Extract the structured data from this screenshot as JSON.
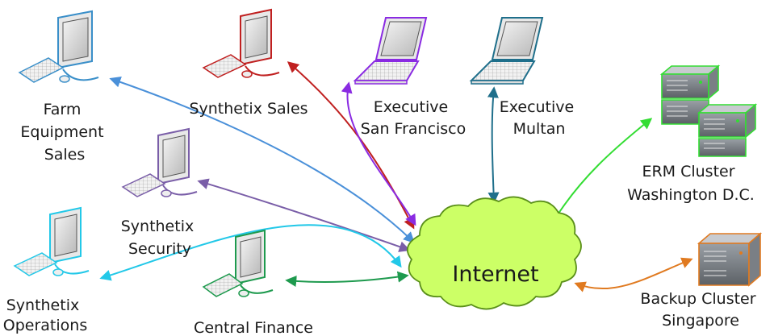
{
  "nodes": {
    "farm_equipment_sales": {
      "label": [
        "Farm",
        "Equipment",
        "Sales"
      ],
      "color": "#3a8fc9",
      "icon": "desktop-computer-icon"
    },
    "synthetix_sales": {
      "label": [
        "Synthetix Sales"
      ],
      "color": "#c02020",
      "icon": "desktop-computer-icon"
    },
    "executive_san_francisco": {
      "label": [
        "Executive",
        "San Francisco"
      ],
      "color": "#8a2be2",
      "icon": "laptop-icon"
    },
    "executive_multan": {
      "label": [
        "Executive",
        "Multan"
      ],
      "color": "#1f6f8b",
      "icon": "laptop-icon"
    },
    "erm_cluster": {
      "label": [
        "ERM Cluster",
        "Washington D.C."
      ],
      "color": "#33dd33",
      "icon": "server-cluster-icon"
    },
    "synthetix_security": {
      "label": [
        "Synthetix",
        "Security"
      ],
      "color": "#7a5ea8",
      "icon": "desktop-computer-icon"
    },
    "synthetix_operations": {
      "label": [
        "Synthetix",
        "Operations"
      ],
      "color": "#22c8e8",
      "icon": "desktop-computer-icon"
    },
    "central_finance": {
      "label": [
        "Central Finance"
      ],
      "color": "#1e9a4e",
      "icon": "desktop-computer-icon"
    },
    "backup_cluster": {
      "label": [
        "Backup Cluster",
        "Singapore"
      ],
      "color": "#e07a20",
      "icon": "server-icon"
    },
    "internet": {
      "label": "Internet",
      "fill": "#ccff66",
      "stroke": "#5a8f1a",
      "icon": "cloud-icon"
    }
  },
  "connections": [
    {
      "from": "internet",
      "to": "farm_equipment_sales",
      "color": "#4a90d9"
    },
    {
      "from": "internet",
      "to": "synthetix_sales",
      "color": "#c02020"
    },
    {
      "from": "internet",
      "to": "executive_san_francisco",
      "color": "#8a2be2"
    },
    {
      "from": "internet",
      "to": "executive_multan",
      "color": "#1f6f8b"
    },
    {
      "from": "internet",
      "to": "erm_cluster",
      "color": "#33dd33"
    },
    {
      "from": "internet",
      "to": "synthetix_security",
      "color": "#7a5ea8"
    },
    {
      "from": "internet",
      "to": "synthetix_operations",
      "color": "#22c8e8"
    },
    {
      "from": "internet",
      "to": "central_finance",
      "color": "#1e9a4e"
    },
    {
      "from": "internet",
      "to": "backup_cluster",
      "color": "#e07a20"
    }
  ]
}
